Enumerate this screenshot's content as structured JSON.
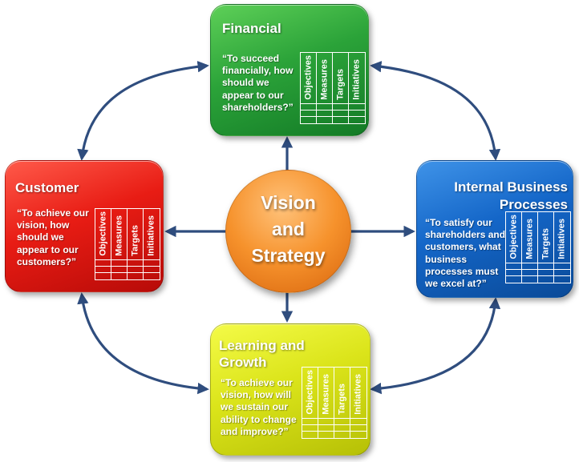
{
  "center": {
    "text": "Vision\nand\nStrategy"
  },
  "table_headers": [
    "Objectives",
    "Measures",
    "Targets",
    "Initiatives"
  ],
  "perspectives": {
    "financial": {
      "title": "Financial",
      "question": "“To succeed financially, how should we appear to our shareholders?”",
      "color": "#2ba339"
    },
    "customer": {
      "title": "Customer",
      "question": "“To achieve our vision, how should we appear to our customers?”",
      "color": "#e81c14"
    },
    "internal": {
      "title": "Internal Business Processes",
      "question": "“To satisfy our shareholders and customers, what business processes must we excel at?”",
      "color": "#1466c8"
    },
    "learning": {
      "title": "Learning and Growth",
      "question": "“To achieve our vision, how will we sustain our ability to change and improve?”",
      "color": "#dbe41a"
    }
  },
  "arrow_color": "#2f4d7e"
}
